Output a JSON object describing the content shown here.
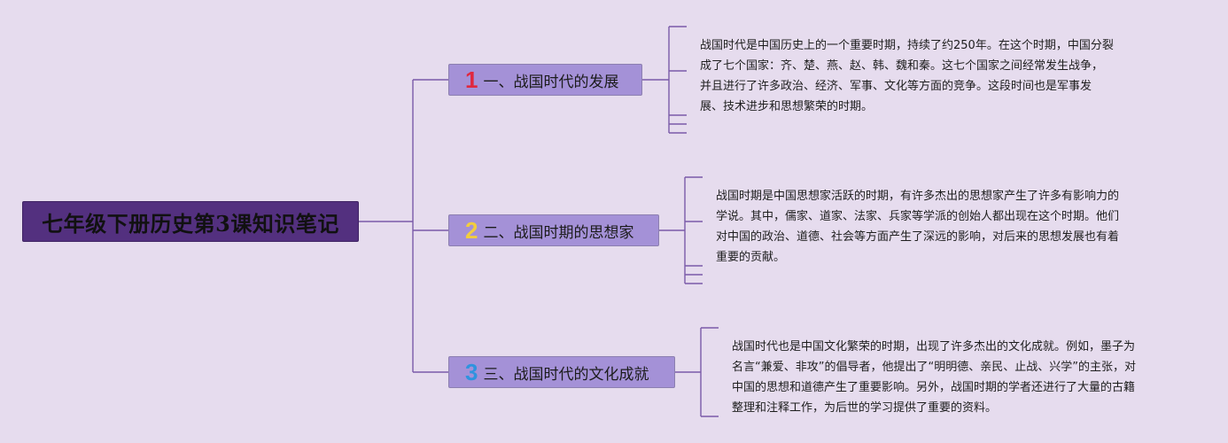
{
  "root": {
    "title": "七年级下册历史第3课知识笔记"
  },
  "branches": [
    {
      "number": "1",
      "label": "一、战国时代的发展",
      "note_lines": [
        "战国时代是中国历史上的一个重要时期，持续了约250年。在这个时期，中国分裂",
        "成了七个国家：齐、楚、燕、赵、韩、魏和秦。这七个国家之间经常发生战争，",
        "并且进行了许多政治、经济、军事、文化等方面的竞争。这段时间也是军事发",
        "展、技术进步和思想繁荣的时期。"
      ]
    },
    {
      "number": "2",
      "label": "二、战国时期的思想家",
      "note_lines": [
        "战国时期是中国思想家活跃的时期，有许多杰出的思想家产生了许多有影响力的",
        "学说。其中，儒家、道家、法家、兵家等学派的创始人都出现在这个时期。他们",
        "对中国的政治、道德、社会等方面产生了深远的影响，对后来的思想发展也有着",
        "重要的贡献。"
      ]
    },
    {
      "number": "3",
      "label": "三、战国时代的文化成就",
      "note_lines": [
        "战国时代也是中国文化繁荣的时期，出现了许多杰出的文化成就。例如，墨子为",
        "名言“兼爱、非攻”的倡导者，他提出了“明明德、亲民、止战、兴学”的主张，对",
        "中国的思想和道德产生了重要影响。另外，战国时期的学者还进行了大量的古籍",
        "整理和注释工作，为后世的学习提供了重要的资料。"
      ]
    }
  ],
  "colors": {
    "background": "#e6dcee",
    "root_fill": "#53307f",
    "branch_fill": "#a491d7",
    "connector": "#6a4a9a",
    "number_1": "#e0283f",
    "number_2": "#f2cd3e",
    "number_3": "#2f93df"
  }
}
